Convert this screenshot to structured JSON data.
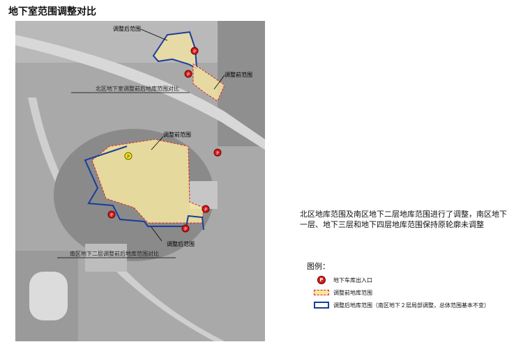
{
  "title": "地下室范围调整对比",
  "map": {
    "labels": {
      "north_after": "调整后范围",
      "north_before": "调整前范围",
      "north_caption": "北区地下室调整前后地库范围对比",
      "south_before": "调整前范围",
      "south_after": "调整后范围",
      "south_caption": "南区地下二层调整前后地库范围对比"
    },
    "parking_letter": "P"
  },
  "description": "北区地库范围及南区地下二层地库范围进行了调整，南区地下一层、地下三层和地下四层地库范围保持原轮廓未调整",
  "legend": {
    "title": "图例：",
    "items": [
      {
        "label": "地下车库出入口"
      },
      {
        "label": "调整前地库范围"
      },
      {
        "label": "调整后地库范围（南区地下２层局部调整，总体范围基本不变）"
      }
    ]
  },
  "colors": {
    "before_fill": "#f5e6a0",
    "before_stroke": "#e02020",
    "after_stroke": "#1a3d9a",
    "parking": "#d61e1e"
  }
}
